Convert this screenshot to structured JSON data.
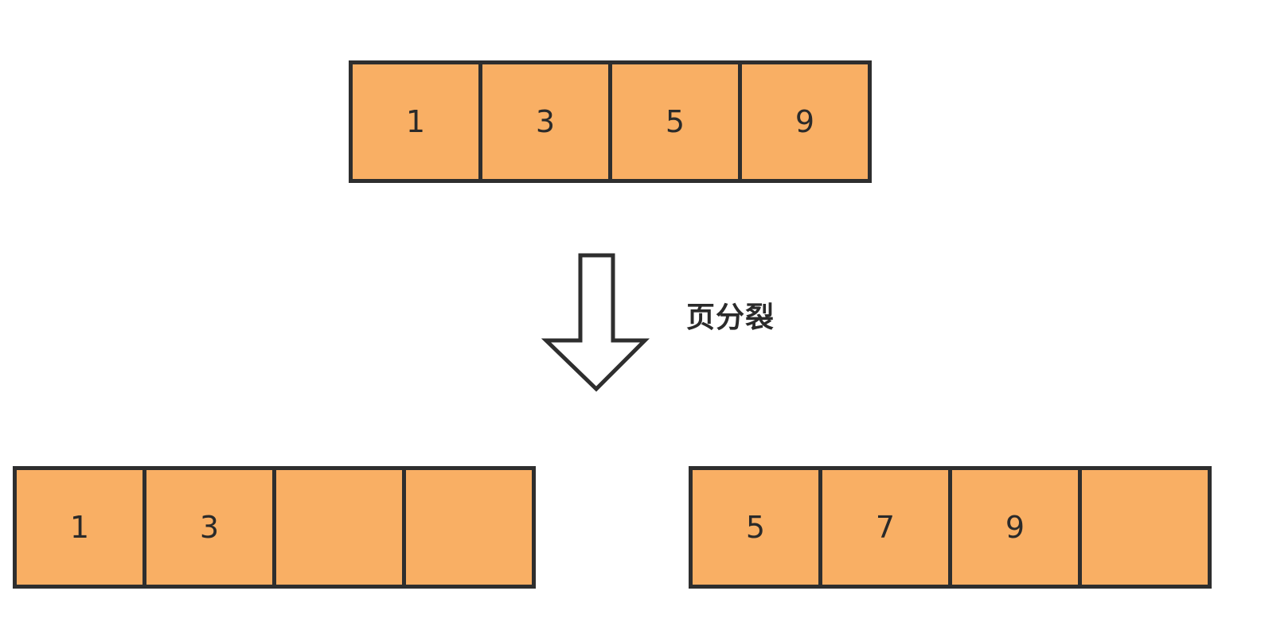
{
  "colors": {
    "cell_fill": "#F9AF64",
    "border": "#2e2e2e"
  },
  "top_page": {
    "cells": [
      "1",
      "3",
      "5",
      "9"
    ]
  },
  "arrow": {
    "icon": "down-arrow-icon",
    "label": "页分裂"
  },
  "left_page": {
    "cells": [
      "1",
      "3",
      "",
      ""
    ]
  },
  "right_page": {
    "cells": [
      "5",
      "7",
      "9",
      ""
    ]
  }
}
